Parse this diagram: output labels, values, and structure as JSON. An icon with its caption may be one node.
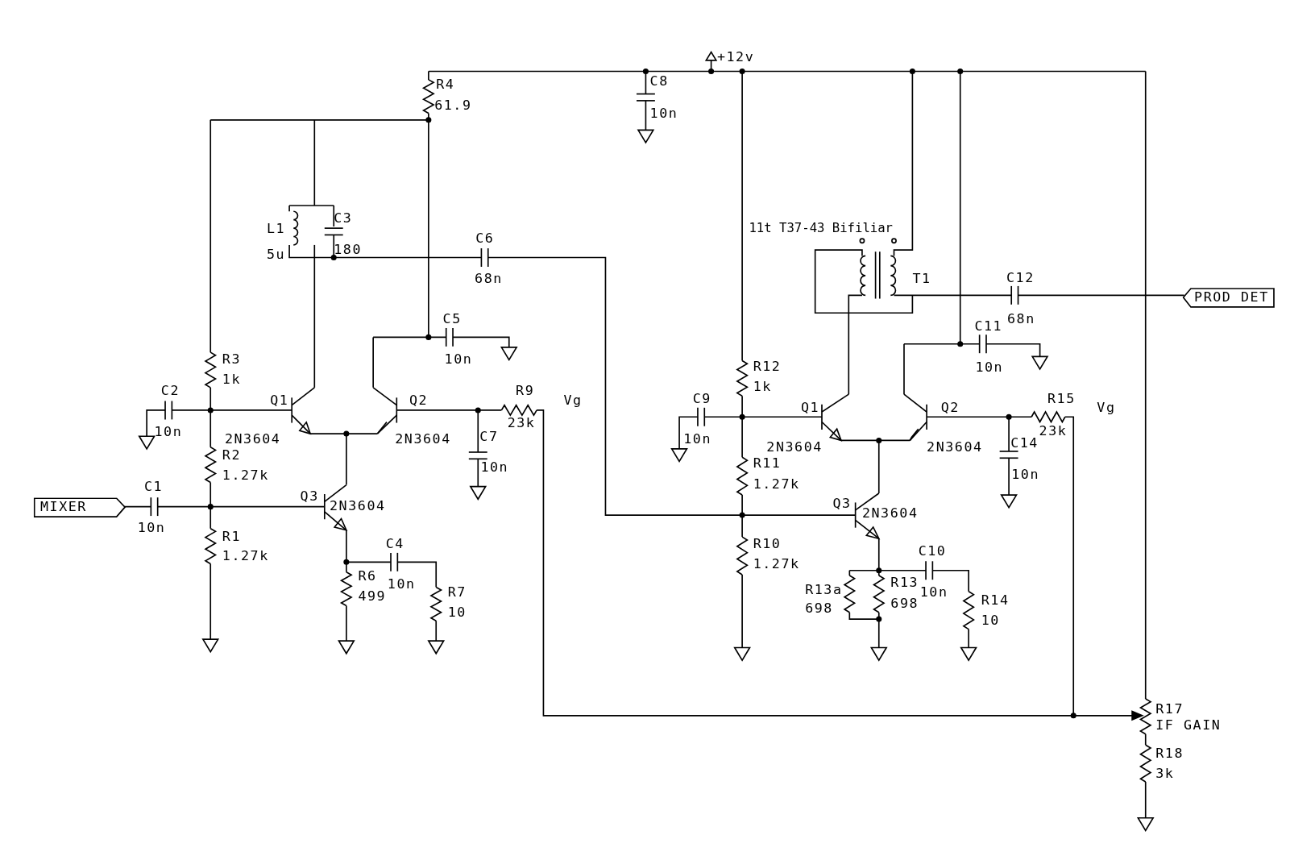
{
  "diagram": {
    "nodes": [
      {
        "text": [
          "MIXER"
        ]
      },
      {
        "text": [
          "PROD DET"
        ]
      }
    ],
    "labels": [
      "+12v",
      "R4",
      "C8",
      "61.9",
      "10n",
      "C3",
      "11t T37-43 Bifiliar",
      "L1",
      "C6",
      "180",
      "5u",
      "T1",
      "C12",
      "68n",
      "68n",
      "C5",
      "C11",
      "10n",
      "R3",
      "R12",
      "10n",
      "1k",
      "1k",
      "C2",
      "R9",
      "R15",
      "C9",
      "Q1",
      "Q2",
      "Vg",
      "Q1",
      "Q2",
      "Vg",
      "23k",
      "10n",
      "23k",
      "C7",
      "2N3604",
      "2N3604",
      "10n",
      "C14",
      "2N3604",
      "2N3604",
      "R2",
      "R11",
      "10n",
      "10n",
      "1.27k",
      "1.27k",
      "C1",
      "Q3",
      "Q3",
      "2N3604",
      "2N3604",
      "10n",
      "R1",
      "C4",
      "R10",
      "C10",
      "1.27k",
      "1.27k",
      "R6",
      "R13",
      "10n",
      "R13a",
      "R7",
      "10n",
      "499",
      "R14",
      "698",
      "698",
      "10",
      "10",
      "R17",
      "IF GAIN",
      "R18",
      "3k"
    ]
  }
}
